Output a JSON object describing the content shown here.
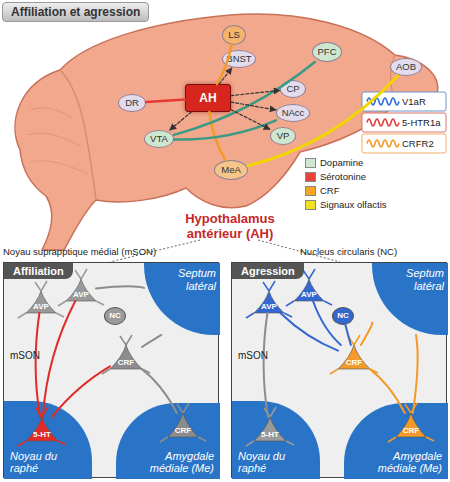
{
  "diagram": {
    "title": "Affiliation et agression",
    "nodes": [
      {
        "text": [
          "LS"
        ]
      },
      {
        "text": [
          "BNST"
        ]
      },
      {
        "text": [
          "PFC"
        ]
      },
      {
        "text": [
          "AOB"
        ]
      },
      {
        "text": [
          "DR"
        ]
      },
      {
        "text": [
          "AH"
        ]
      },
      {
        "text": [
          "CP"
        ]
      },
      {
        "text": [
          "NAcc"
        ]
      },
      {
        "text": [
          "VTA"
        ]
      },
      {
        "text": [
          "VP"
        ]
      },
      {
        "text": [
          "MeA"
        ]
      },
      {
        "text": [
          "Affiliation"
        ]
      },
      {
        "text": [
          "Septum latéral"
        ],
        "in": 11
      },
      {
        "text": [
          "AVP"
        ],
        "in": 11
      },
      {
        "text": [
          "AVP"
        ],
        "in": 11
      },
      {
        "text": [
          "NC"
        ],
        "in": 11
      },
      {
        "text": [
          "CRF"
        ],
        "in": 11
      },
      {
        "text": [
          "Noyau du raphé"
        ],
        "in": 11
      },
      {
        "text": [
          "5-HT"
        ],
        "in": 17
      },
      {
        "text": [
          "Amygdale médiale (Me)"
        ],
        "in": 11
      },
      {
        "text": [
          "CRF"
        ],
        "in": 19
      },
      {
        "text": [
          "Agression"
        ]
      },
      {
        "text": [
          "Septum latéral"
        ],
        "in": 21
      },
      {
        "text": [
          "AVP"
        ],
        "in": 21
      },
      {
        "text": [
          "AVP"
        ],
        "in": 21
      },
      {
        "text": [
          "NC"
        ],
        "in": 21
      },
      {
        "text": [
          "CRF"
        ],
        "in": 21
      },
      {
        "text": [
          "Noyau du raphé"
        ],
        "in": 21
      },
      {
        "text": [
          "5-HT"
        ],
        "in": 27
      },
      {
        "text": [
          "Amygdale médiale (Me)"
        ],
        "in": 21
      },
      {
        "text": [
          "CRF"
        ],
        "in": 29
      }
    ],
    "edges": [
      {
        "from": 4,
        "to": 5,
        "arrow": "none"
      },
      {
        "from": 10,
        "to": 5,
        "arrow": "none"
      },
      {
        "from": 5,
        "to": 0,
        "arrow": "none"
      },
      {
        "from": 3,
        "to": 10,
        "arrow": "none"
      },
      {
        "from": 8,
        "to": 2,
        "arrow": "none"
      },
      {
        "from": 8,
        "to": 7,
        "arrow": "none"
      },
      {
        "from": 5,
        "to": 1,
        "arrow": "to"
      },
      {
        "from": 5,
        "to": 6,
        "arrow": "to"
      },
      {
        "from": 5,
        "to": 7,
        "arrow": "to"
      },
      {
        "from": 5,
        "to": 9,
        "arrow": "to"
      },
      {
        "from": 5,
        "to": 8,
        "arrow": "to"
      },
      {
        "from": 18,
        "to": 13,
        "arrow": "none"
      },
      {
        "from": 18,
        "to": 14,
        "arrow": "none"
      },
      {
        "from": 18,
        "to": 16,
        "arrow": "none"
      },
      {
        "from": 20,
        "to": 16,
        "arrow": "none"
      },
      {
        "from": 14,
        "to": 12,
        "arrow": "none"
      },
      {
        "from": 16,
        "to": 12,
        "arrow": "none"
      },
      {
        "from": 28,
        "to": 23,
        "arrow": "none"
      },
      {
        "from": 23,
        "to": 26,
        "arrow": "none"
      },
      {
        "from": 24,
        "to": 26,
        "arrow": "none"
      },
      {
        "from": 25,
        "to": 26,
        "arrow": "none"
      },
      {
        "from": 30,
        "to": 26,
        "arrow": "none"
      },
      {
        "from": 26,
        "to": 22,
        "arrow": "none"
      },
      {
        "from": 30,
        "to": 22,
        "arrow": "none"
      }
    ],
    "labels": [
      "Hypothalamus antérieur (AH)",
      "Noyau suprapptique médial (mSON)",
      "Nucleus circularis (NC)",
      "mSON",
      "mSON"
    ],
    "legend": [
      {
        "text": "V1aR"
      },
      {
        "text": "5-HTR1a"
      },
      {
        "text": "CRFR2"
      },
      {
        "text": "Dopamine",
        "color": "#cfe6cf"
      },
      {
        "text": "Sérotonine",
        "color": "#e8433a"
      },
      {
        "text": "CRF",
        "color": "#f5a623"
      },
      {
        "text": "Signaux olfactis",
        "color": "#f2e01e"
      }
    ]
  }
}
